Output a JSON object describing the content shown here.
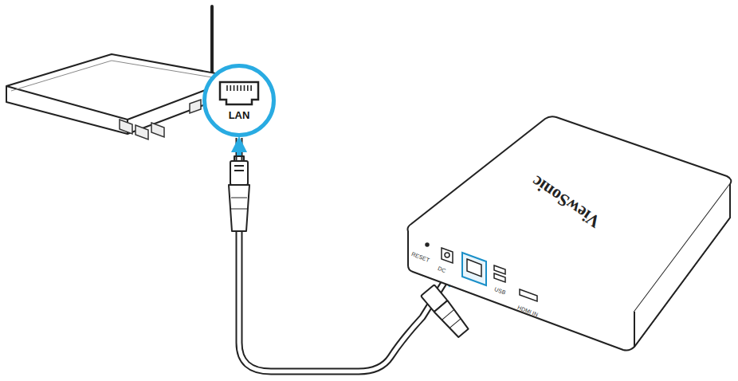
{
  "diagram": {
    "nodes": [
      {
        "text": [
          "LAN"
        ]
      },
      {
        "text": [
          "ViewSonic"
        ]
      }
    ],
    "edges": [
      {
        "from": 1,
        "to": 0,
        "arrow": "both"
      }
    ],
    "labels": [
      "RESET",
      "DC",
      "USB",
      "HDMI IN"
    ]
  }
}
